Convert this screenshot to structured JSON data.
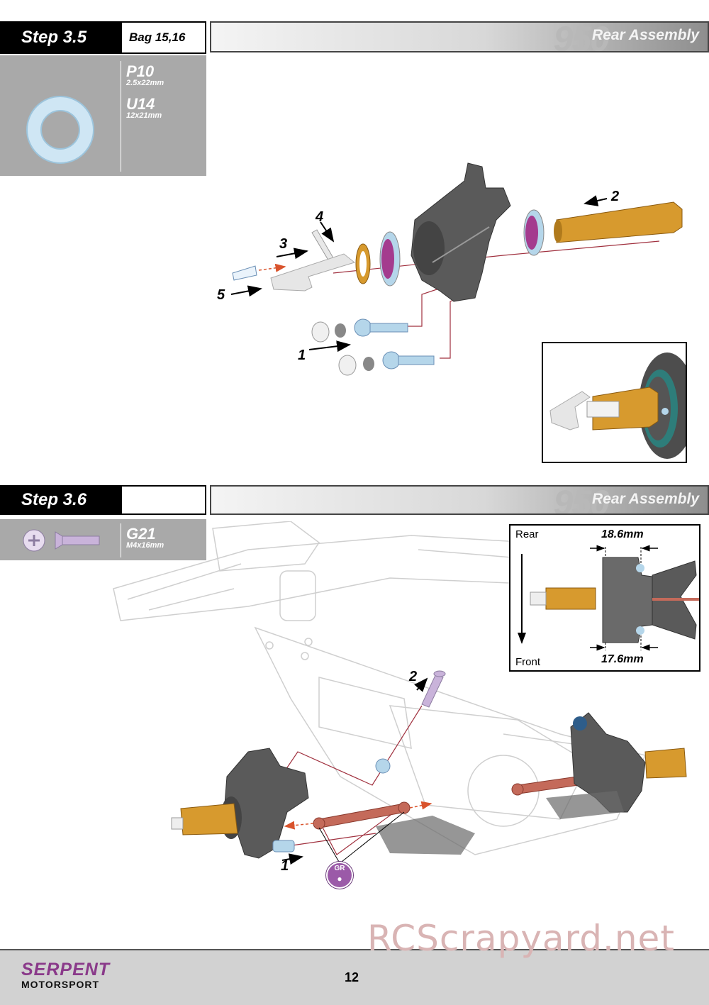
{
  "step35": {
    "title": "Step 3.5",
    "bag": "Bag 15,16",
    "section_number": "950",
    "section_title": "Rear Assembly",
    "parts": [
      {
        "code": "P10",
        "size": "2.5x22mm"
      },
      {
        "code": "U14",
        "size": "12x21mm"
      }
    ],
    "callouts": [
      "1",
      "2",
      "3",
      "4",
      "5"
    ]
  },
  "step36": {
    "title": "Step 3.6",
    "section_number": "950",
    "section_title": "Rear Assembly",
    "parts": [
      {
        "code": "G21",
        "size": "M4x16mm"
      }
    ],
    "callouts": [
      "1",
      "2"
    ],
    "grease_label": "GR",
    "detail": {
      "rear_label": "Rear",
      "front_label": "Front",
      "dim_top": "18.6mm",
      "dim_bottom": "17.6mm"
    }
  },
  "footer": {
    "brand_top": "SERPENT",
    "brand_bottom": "MOTORSPORT",
    "page_number": "12"
  },
  "watermark": "RCScrapyard.net",
  "colors": {
    "header_black": "#000000",
    "parts_panel": "#a9a9a9",
    "link_line": "#a0303e",
    "aluminium_gold": "#d79a2e",
    "hub_grey": "#5a5a5a",
    "bearing_pink": "#a43b8e",
    "bearing_blue": "#b5d6ea",
    "grease_purple": "#9b5aa8",
    "watermark": "#d9b4b4",
    "brand_purple": "#8a3a8a"
  }
}
